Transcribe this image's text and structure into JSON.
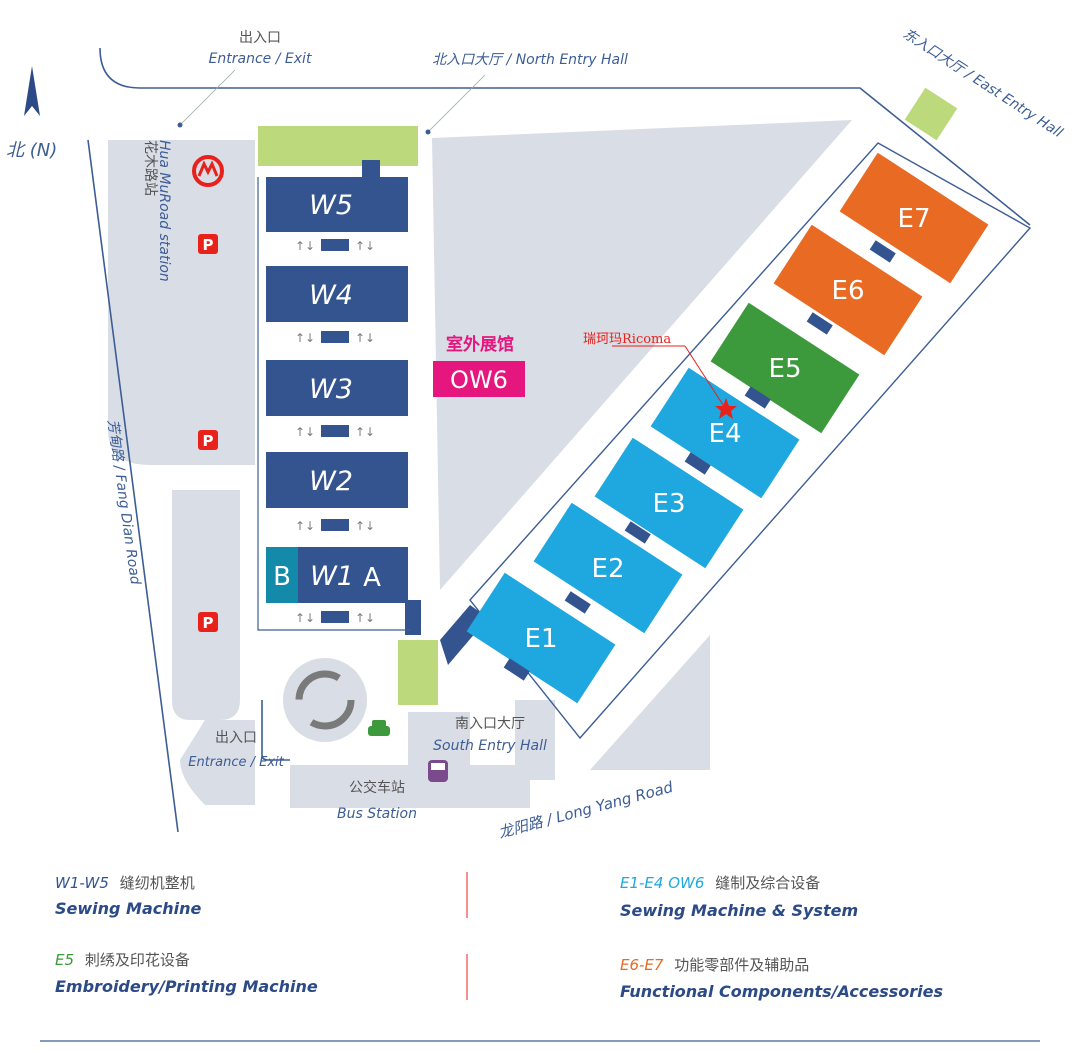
{
  "compass": {
    "north_label": "北 (N)"
  },
  "roads": {
    "fang_dian": "芳甸路 / Fang Dian Road",
    "long_yang": "龙阳路 / Long Yang Road"
  },
  "entrances": {
    "top_exit_cn": "出入口",
    "top_exit_en_a": "Entrance",
    "top_exit_en_sep": " / ",
    "top_exit_en_b": "Exit",
    "north_hall": "北入口大厅 / North Entry Hall",
    "east_hall": "东入口大厅 / East Entry Hall",
    "south_hall_cn": "南入口大厅",
    "south_hall_en": "South Entry Hall",
    "bottom_exit_cn": "出入口",
    "bottom_exit_en": "Entrance / Exit",
    "bus_cn": "公交车站",
    "bus_en": "Bus Station"
  },
  "metro": {
    "name_cn": "花木路站",
    "name_en": "Hua MuRoad station"
  },
  "parking_label": "P",
  "halls": {
    "W5": "W5",
    "W4": "W4",
    "W3": "W3",
    "W2": "W2",
    "W1": "W1",
    "W1_A": "A",
    "W1_B": "B",
    "E1": "E1",
    "E2": "E2",
    "E3": "E3",
    "E4": "E4",
    "E5": "E5",
    "E6": "E6",
    "E7": "E7"
  },
  "outdoor": {
    "name_cn": "室外展馆",
    "code": "OW6"
  },
  "marker": {
    "label": "瑞珂玛Ricoma"
  },
  "colors": {
    "west_hall": "#34548f",
    "east_hall_blue": "#1fa7e0",
    "e5_green": "#3c9a3c",
    "e6e7_orange": "#e86a23",
    "outdoor_pink": "#e6167f",
    "entry_green": "#bcd97b",
    "ground_gray": "#d9dde6",
    "marker_red": "#e8211b"
  },
  "legend": [
    {
      "codes": "W1-W5",
      "code_color": "#34548f",
      "cn": "缝纫机整机",
      "en": "Sewing Machine"
    },
    {
      "codes": "E1-E4 OW6",
      "code_color": "#1fa7e0",
      "cn": "缝制及综合设备",
      "en": "Sewing Machine  & System"
    },
    {
      "codes": "E5",
      "code_color": "#3c9a3c",
      "cn": "刺绣及印花设备",
      "en": "Embroidery/Printing Machine"
    },
    {
      "codes": "E6-E7",
      "code_color": "#e86a23",
      "cn": "功能零部件及辅助品",
      "en": "Functional Components/Accessories"
    }
  ]
}
